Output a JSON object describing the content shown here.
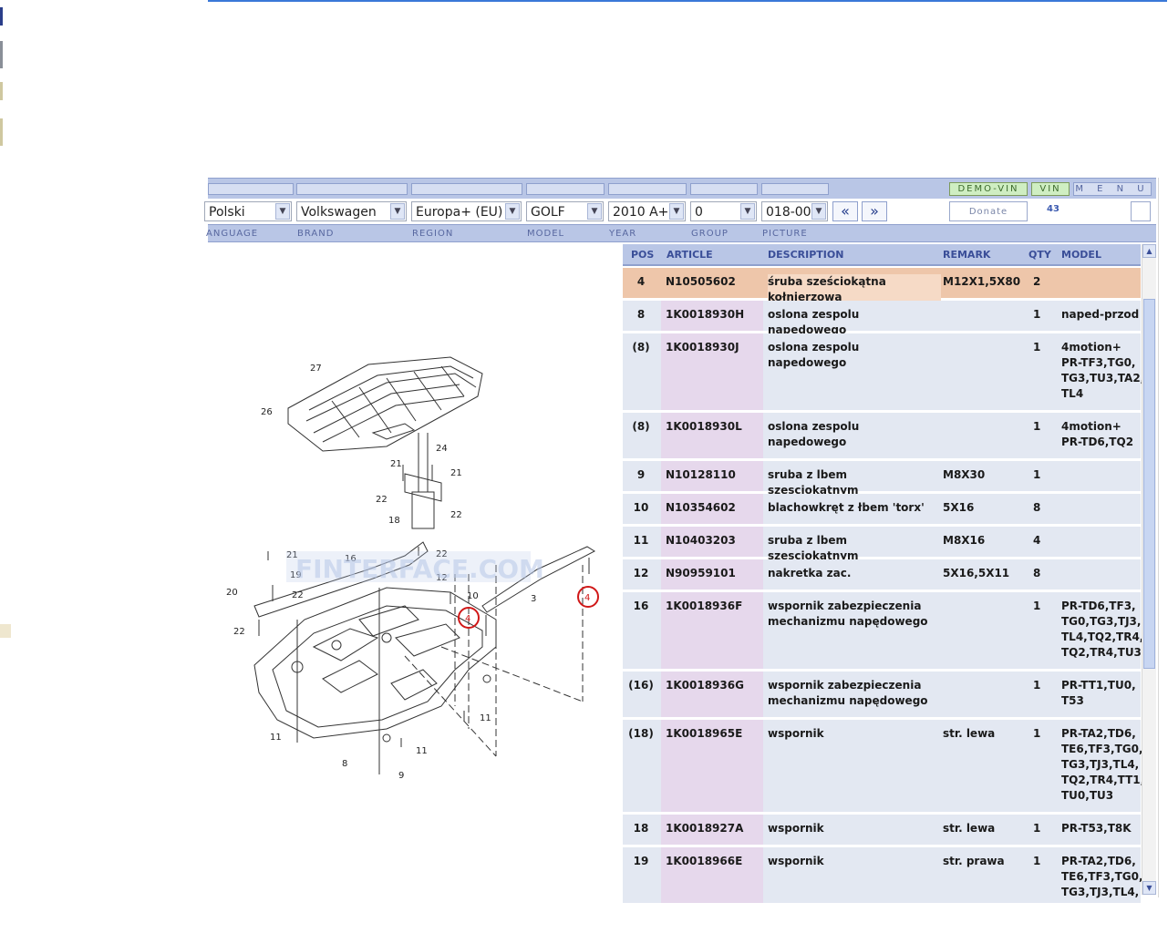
{
  "toolbar": {
    "demo_vin_label": "DEMO-VIN",
    "vin_label": "VIN",
    "menu_label": "M E N U",
    "donate_label": "Donate",
    "count": "43",
    "prev_label": "«",
    "next_label": "»"
  },
  "selectors": {
    "language": "Polski",
    "brand": "Volkswagen",
    "region": "Europa+ (EU)",
    "model": "GOLF",
    "year": "2010  A+",
    "group": "0",
    "picture": "018-00"
  },
  "labels": {
    "language": "ANGUAGE",
    "brand": "BRAND",
    "region": "REGION",
    "model": "MODEL",
    "year": "YEAR",
    "group": "GROUP",
    "picture": "PICTURE"
  },
  "diagram": {
    "watermark": "FINTERFACE.COM",
    "callouts": [
      "27",
      "26",
      "24",
      "21",
      "21",
      "22",
      "22",
      "18",
      "22",
      "16",
      "21",
      "19",
      "20",
      "22",
      "22",
      "12",
      "10",
      "4",
      "4",
      "3",
      "11",
      "11",
      "11",
      "8",
      "9"
    ]
  },
  "table": {
    "columns": {
      "pos": "POS",
      "article": "ARTICLE",
      "description": "DESCRIPTION",
      "remark": "REMARK",
      "qty": "QTY",
      "model": "MODEL"
    },
    "rows": [
      {
        "pos": "4",
        "article": "N10505602",
        "description": "śruba sześciokątna kołnierzowa",
        "remark": "M12X1,5X80",
        "qty": "2",
        "model": "",
        "highlight": true
      },
      {
        "pos": "8",
        "article": "1K0018930H",
        "description": "oslona zespolu napedowego",
        "remark": "",
        "qty": "1",
        "model": "naped-przod"
      },
      {
        "pos": "(8)",
        "article": "1K0018930J",
        "description": "oslona zespolu napedowego",
        "remark": "",
        "qty": "1",
        "model": "4motion+ PR-TF3,TG0, TG3,TU3,TA2, TL4"
      },
      {
        "pos": "(8)",
        "article": "1K0018930L",
        "description": "oslona zespolu napedowego",
        "remark": "",
        "qty": "1",
        "model": "4motion+ PR-TD6,TQ2"
      },
      {
        "pos": "9",
        "article": "N10128110",
        "description": "sruba  z lbem szesciokatnym",
        "remark": "M8X30",
        "qty": "1",
        "model": ""
      },
      {
        "pos": "10",
        "article": "N10354602",
        "description": "blachowkręt z łbem 'torx'",
        "remark": "5X16",
        "qty": "8",
        "model": ""
      },
      {
        "pos": "11",
        "article": "N10403203",
        "description": "sruba  z lbem szesciokatnym",
        "remark": "M8X16",
        "qty": "4",
        "model": ""
      },
      {
        "pos": "12",
        "article": "N90959101",
        "description": "nakretka zac.",
        "remark": "5X16,5X11",
        "qty": "8",
        "model": ""
      },
      {
        "pos": "16",
        "article": "1K0018936F",
        "description": "wspornik zabezpieczenia mechanizmu napędowego",
        "remark": "",
        "qty": "1",
        "model": "PR-TD6,TF3, TG0,TG3,TJ3, TL4,TQ2,TR4, TQ2,TR4,TU3"
      },
      {
        "pos": "(16)",
        "article": "1K0018936G",
        "description": "wspornik zabezpieczenia mechanizmu napędowego",
        "remark": "",
        "qty": "1",
        "model": "PR-TT1,TU0, T53"
      },
      {
        "pos": "(18)",
        "article": "1K0018965E",
        "description": "wspornik",
        "remark": "str. lewa",
        "qty": "1",
        "model": "PR-TA2,TD6, TE6,TF3,TG0, TG3,TJ3,TL4, TQ2,TR4,TT1, TU0,TU3"
      },
      {
        "pos": "18",
        "article": "1K0018927A",
        "description": "wspornik",
        "remark": "str. lewa",
        "qty": "1",
        "model": "PR-T53,T8K"
      },
      {
        "pos": "19",
        "article": "1K0018966E",
        "description": "wspornik",
        "remark": "str. prawa",
        "qty": "1",
        "model": "PR-TA2,TD6, TE6,TF3,TG0, TG3,TJ3,TL4,"
      }
    ]
  }
}
